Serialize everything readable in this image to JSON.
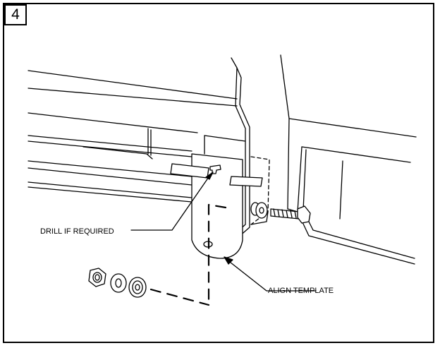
{
  "step_number": "4",
  "callouts": {
    "drill": "DRILL IF REQUIRED",
    "align": "ALIGN TEMPLATE"
  },
  "colors": {
    "line": "#000000",
    "background": "#ffffff"
  }
}
